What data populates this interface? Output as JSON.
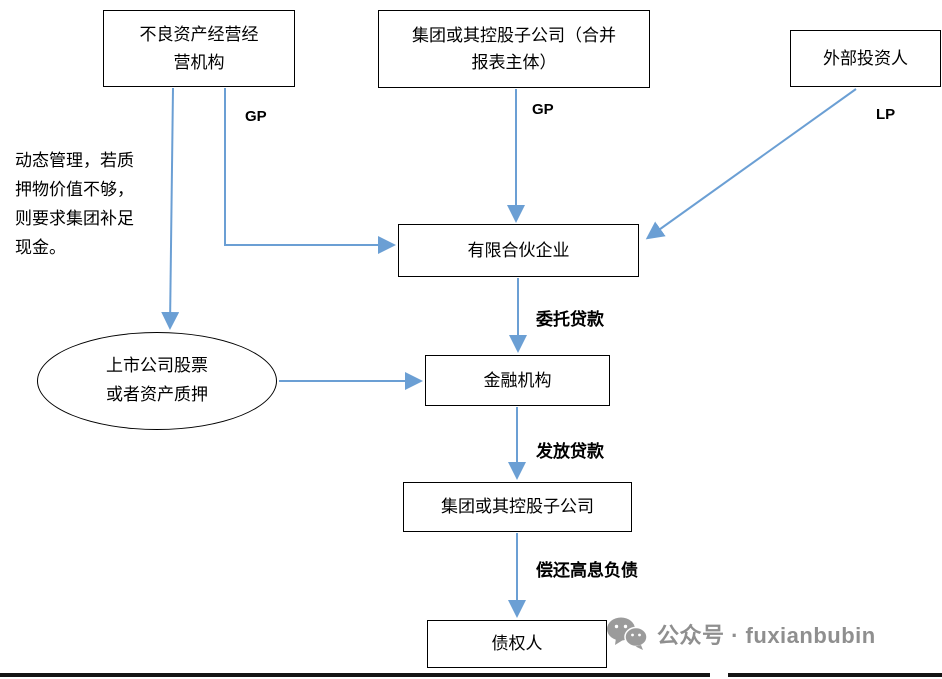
{
  "diagram": {
    "nodes": {
      "npa_institution": {
        "label": "不良资产经营经\n营机构"
      },
      "group_parent": {
        "label": "集团或其控股子公司（合并\n报表主体）"
      },
      "external_investor": {
        "label": "外部投资人"
      },
      "limited_partnership": {
        "label": "有限合伙企业"
      },
      "financial_institution": {
        "label": "金融机构"
      },
      "group_subsidiary": {
        "label": "集团或其控股子公司"
      },
      "creditor": {
        "label": "债权人"
      },
      "pledge": {
        "label": "上市公司股票\n或者资产质押"
      }
    },
    "edge_labels": {
      "gp": "GP",
      "lp": "LP",
      "entrusted_loan": "委托贷款",
      "issue_loan": "发放贷款",
      "repay_high_interest_debt": "偿还高息负债"
    },
    "note": {
      "text": "动态管理，若质\n押物价值不够，\n则要求集团补足\n现金。"
    },
    "colors": {
      "arrow": "#6b9fd4",
      "box_border": "#000000",
      "text": "#000000",
      "watermark": "#8f8f8f",
      "bottom_bar": "#141414"
    }
  },
  "watermark": {
    "text": "公众号 · fuxianbubin"
  }
}
